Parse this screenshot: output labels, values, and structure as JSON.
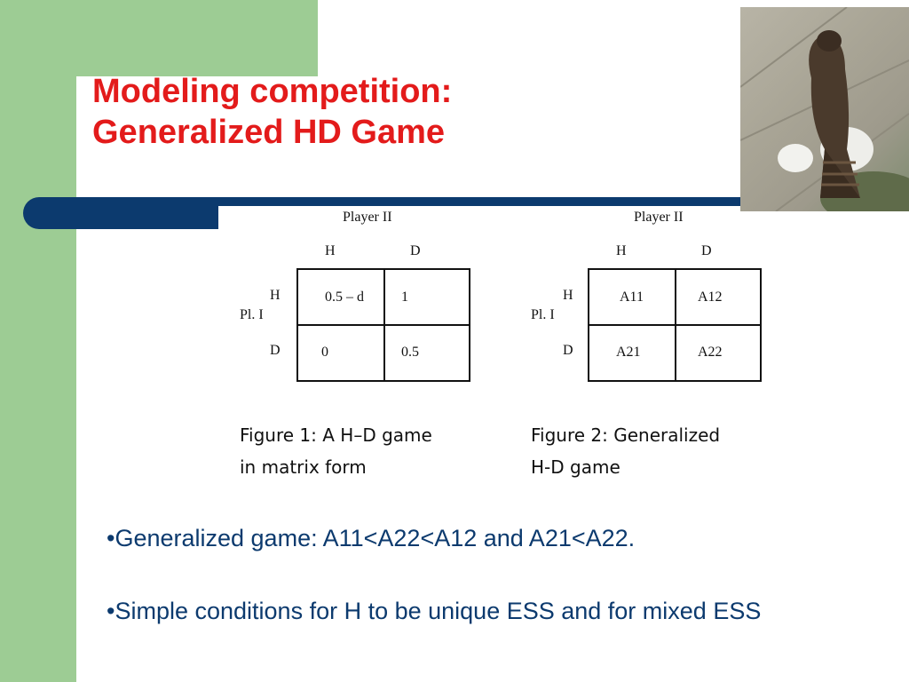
{
  "title": {
    "line1": "Modeling competition:",
    "line2": "Generalized HD Game"
  },
  "photo": {
    "icon": "hawk-photo"
  },
  "matrix1": {
    "player2_label": "Player II",
    "player1_label": "Pl. I",
    "col_headers": [
      "H",
      "D"
    ],
    "row_headers": [
      "H",
      "D"
    ],
    "cells": [
      [
        "0.5 – d",
        "1"
      ],
      [
        "0",
        "0.5"
      ]
    ]
  },
  "matrix2": {
    "player2_label": "Player II",
    "player1_label": "Pl. I",
    "col_headers": [
      "H",
      "D"
    ],
    "row_headers": [
      "H",
      "D"
    ],
    "cells": [
      [
        "A11",
        "A12"
      ],
      [
        "A21",
        "A22"
      ]
    ]
  },
  "caption1": {
    "line1": "Figure 1:  A  H–D  game",
    "line2": "in matrix form"
  },
  "caption2": {
    "line1": "Figure   2:    Generalized",
    "line2": "H-D game"
  },
  "bullets": [
    "•Generalized game: A11<A22<A12 and A21<A22.",
    "•Simple conditions for H to be unique ESS and for mixed ESS"
  ]
}
